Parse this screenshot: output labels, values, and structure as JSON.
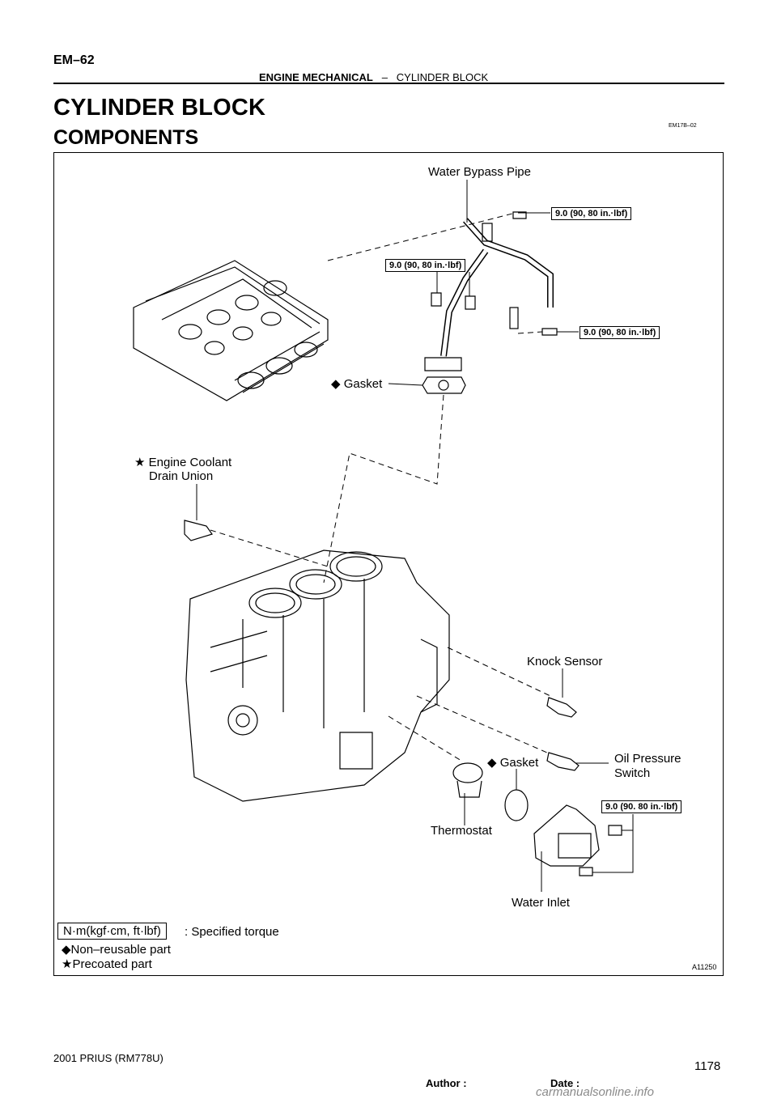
{
  "header": {
    "page_code": "EM–62",
    "section_bold": "ENGINE MECHANICAL",
    "section_sep": "–",
    "section_sub": "CYLINDER BLOCK"
  },
  "titles": {
    "main": "CYLINDER BLOCK",
    "sub": "COMPONENTS",
    "doc_id": "EM17B–02"
  },
  "labels": {
    "water_bypass_pipe": "Water Bypass Pipe",
    "gasket_upper": "Gasket",
    "drain_union_1": "Engine Coolant",
    "drain_union_2": "Drain Union",
    "knock_sensor": "Knock Sensor",
    "gasket_lower": "Gasket",
    "oil_pressure_1": "Oil Pressure",
    "oil_pressure_2": "Switch",
    "thermostat": "Thermostat",
    "water_inlet": "Water Inlet"
  },
  "torques": {
    "t1": "9.0 (90, 80 in.·lbf)",
    "t2": "9.0 (90, 80 in.·lbf)",
    "t3": "9.0 (90, 80 in.·lbf)",
    "t4": "9.0 (90. 80 in.·lbf)"
  },
  "legend": {
    "unit": "N·m(kgf·cm, ft·lbf)",
    "unit_desc": ": Specified torque",
    "nonreusable": "Non–reusable part",
    "precoated": "Precoated part"
  },
  "symbols": {
    "diamond": "◆",
    "star": "★"
  },
  "figure_id": "A11250",
  "footer": {
    "model": "2001 PRIUS   (RM778U)",
    "author_label": "Author :",
    "date_label": "Date :",
    "page_number": "1178"
  },
  "watermark": "carmanualsonline.info"
}
